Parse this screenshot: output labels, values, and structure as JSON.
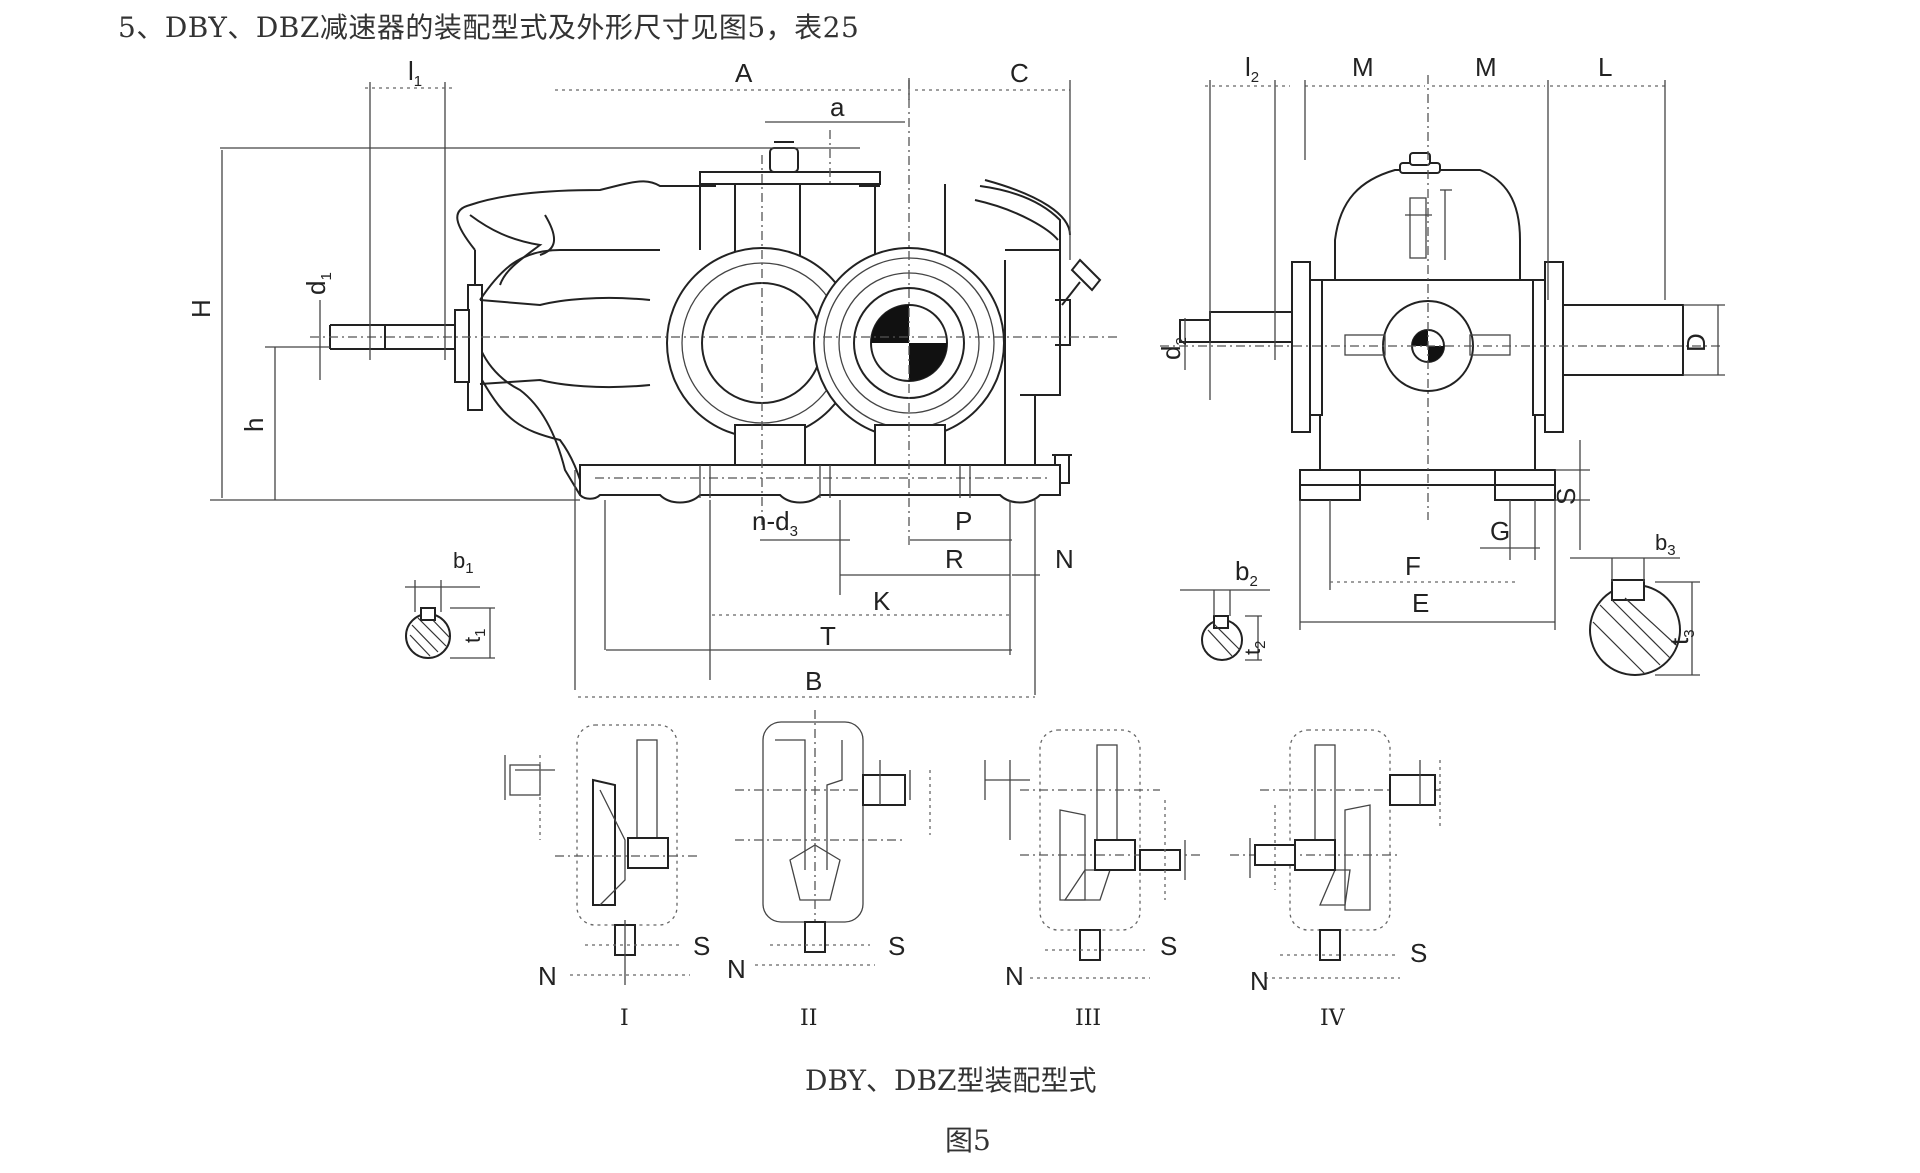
{
  "heading": "5、DBY、DBZ减速器的装配型式及外形尺寸见图5，表25",
  "dimension_labels": {
    "l1": "l",
    "l1_sub": "1",
    "A": "A",
    "a": "a",
    "C": "C",
    "H": "H",
    "h": "h",
    "d1": "d",
    "d1_sub": "1",
    "n_d3": "n-d",
    "n_d3_sub": "3",
    "P": "P",
    "R": "R",
    "N": "N",
    "K": "K",
    "T": "T",
    "B": "B",
    "b1": "b",
    "b1_sub": "1",
    "t1": "t",
    "t1_sub": "1",
    "l2": "l",
    "l2_sub": "2",
    "M1": "M",
    "M2": "M",
    "L": "L",
    "d2": "d",
    "d2_sub": "2",
    "D": "D",
    "S": "S",
    "G": "G",
    "F": "F",
    "E": "E",
    "b2": "b",
    "b2_sub": "2",
    "t2": "t",
    "t2_sub": "2",
    "b3": "b",
    "b3_sub": "3",
    "t3": "t",
    "t3_sub": "3"
  },
  "assembly_types": [
    {
      "roman": "I",
      "n_label": "N",
      "s_label": "S"
    },
    {
      "roman": "II",
      "n_label": "N",
      "s_label": "S"
    },
    {
      "roman": "III",
      "n_label": "N",
      "s_label": "S"
    },
    {
      "roman": "IV",
      "n_label": "N",
      "s_label": "S"
    }
  ],
  "caption": "DBY、DBZ型装配型式",
  "figure_number": "图5"
}
